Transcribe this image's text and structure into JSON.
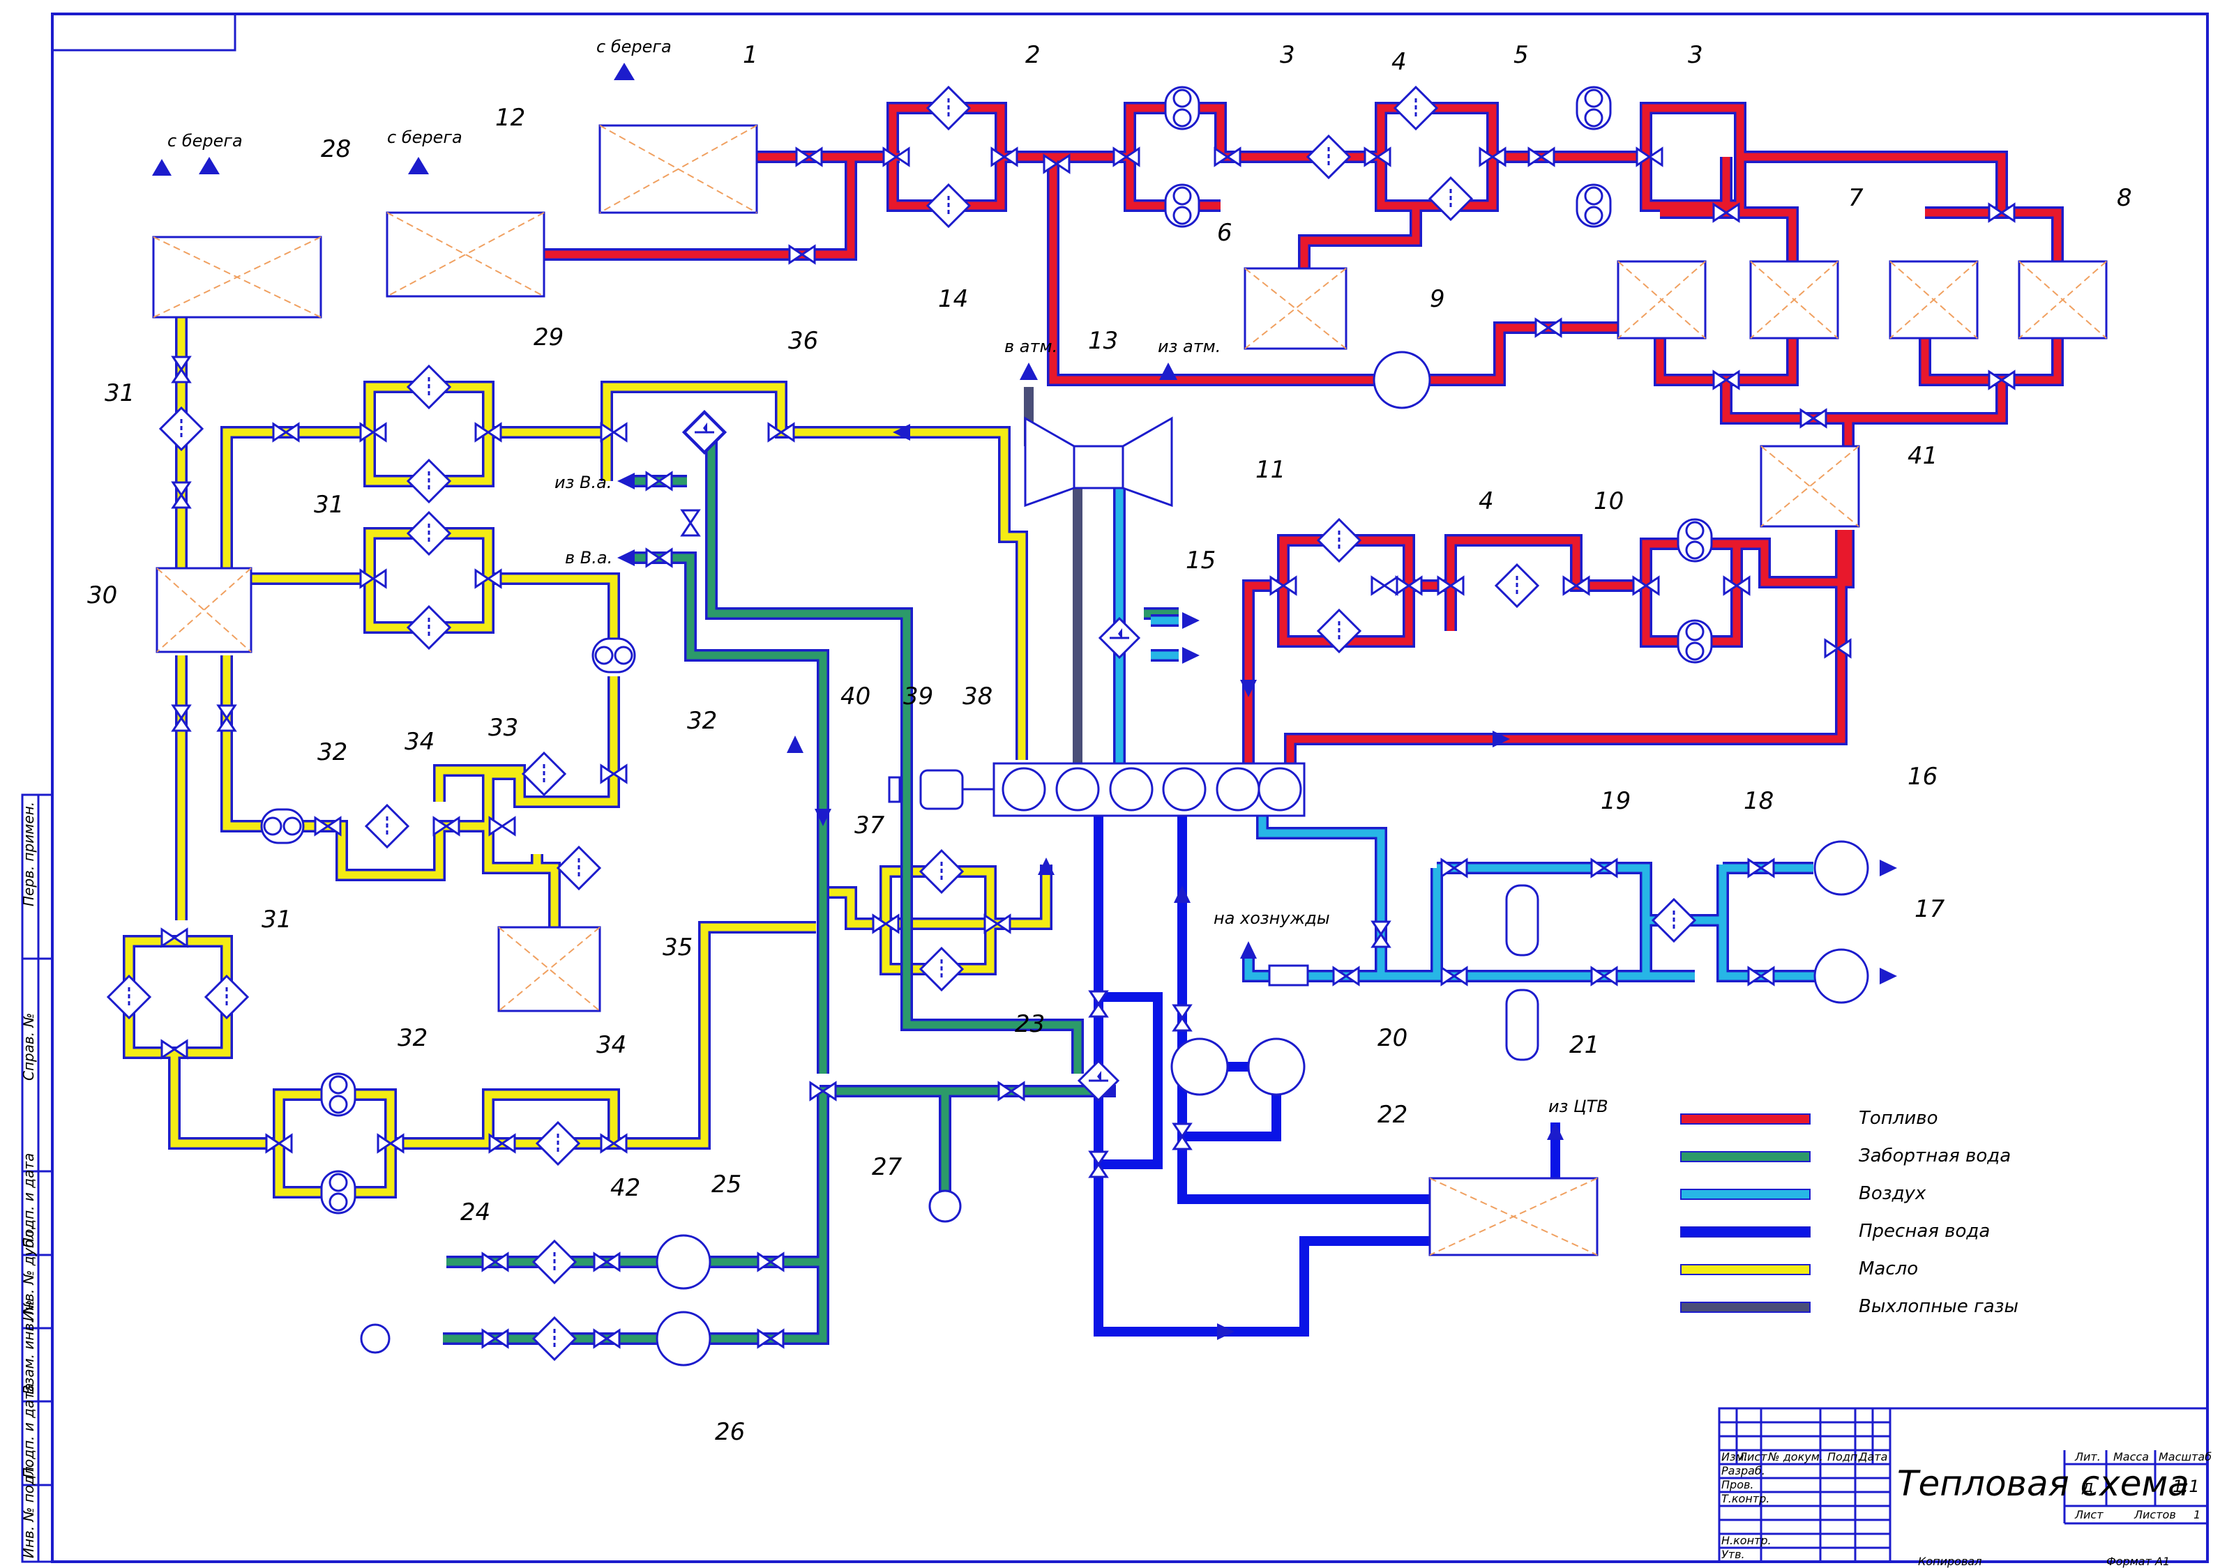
{
  "title_block": {
    "title": "Тепловая схема",
    "row_labels": [
      "Изм.",
      "Лист",
      "№ докум.",
      "Подп.",
      "Дата"
    ],
    "roles": [
      "Разраб.",
      "Пров.",
      "Т.контр.",
      "Н.контр.",
      "Утв."
    ],
    "lit_label": "Лит.",
    "mass_label": "Масса",
    "scale_label": "Масштаб",
    "lit_value": "д",
    "scale_value": "1:1",
    "sheet_label": "Лист",
    "sheets_label": "Листов",
    "sheets_value": "1",
    "copied": "Копировал",
    "format": "Формат A1"
  },
  "side_stamps": [
    "Перв. примен.",
    "Справ. №",
    "Подп. и дата",
    "Инв. № дубл.",
    "Взам. инв. №",
    "Подп. и дата",
    "Инв. № подл."
  ],
  "legend": [
    {
      "label": "Топливо",
      "color": "#e8182c"
    },
    {
      "label": "Забортная вода",
      "color": "#2c9a6a"
    },
    {
      "label": "Воздух",
      "color": "#27b6e6"
    },
    {
      "label": "Пресная вода",
      "color": "#0a14e6"
    },
    {
      "label": "Масло",
      "color": "#f4ec14"
    },
    {
      "label": "Выхлопные газы",
      "color": "#4a4e78"
    }
  ],
  "notes": {
    "from_shore_1": "с берега",
    "from_shore_12": "с берега",
    "from_shore_28": "с берега",
    "to_atm": "в атм.",
    "from_atm": "из атм.",
    "from_va": "из В.а.",
    "to_va": "в В.а.",
    "household": "на хознужды",
    "from_ctv": "из ЦТВ"
  },
  "positions": [
    "1",
    "2",
    "3",
    "4",
    "5",
    "3",
    "6",
    "7",
    "8",
    "9",
    "10",
    "11",
    "4",
    "12",
    "13",
    "14",
    "15",
    "16",
    "17",
    "18",
    "19",
    "20",
    "21",
    "22",
    "23",
    "24",
    "25",
    "26",
    "27",
    "28",
    "29",
    "30",
    "31",
    "31",
    "31",
    "32",
    "32",
    "32",
    "33",
    "34",
    "34",
    "35",
    "36",
    "37",
    "38",
    "39",
    "40",
    "41",
    "42"
  ]
}
